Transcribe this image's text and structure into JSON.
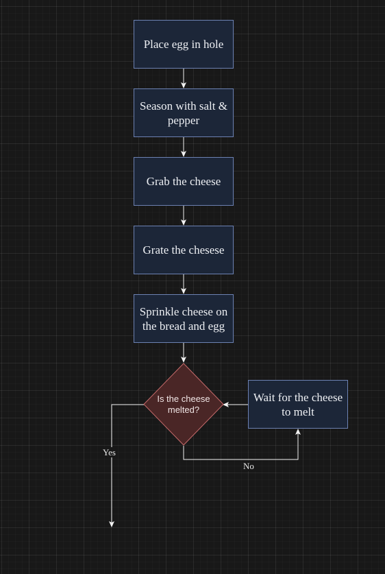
{
  "flowchart": {
    "steps": [
      {
        "label": "Place egg in hole"
      },
      {
        "label": "Season with salt & pepper"
      },
      {
        "label": "Grab the cheese"
      },
      {
        "label": "Grate the chesese"
      },
      {
        "label": "Sprinkle cheese on the bread and egg"
      }
    ],
    "decision": {
      "label": "Is the cheese melted?"
    },
    "wait_step": {
      "label": "Wait for the cheese to melt"
    },
    "edge_labels": {
      "yes": "Yes",
      "no": "No"
    }
  },
  "colors": {
    "background": "#181818",
    "process_fill": "#1c2638",
    "process_border": "#6d82b3",
    "decision_fill": "#4a2626",
    "decision_border": "#c76b6b",
    "connector": "#f2f2f2",
    "text": "#eef0f4"
  }
}
